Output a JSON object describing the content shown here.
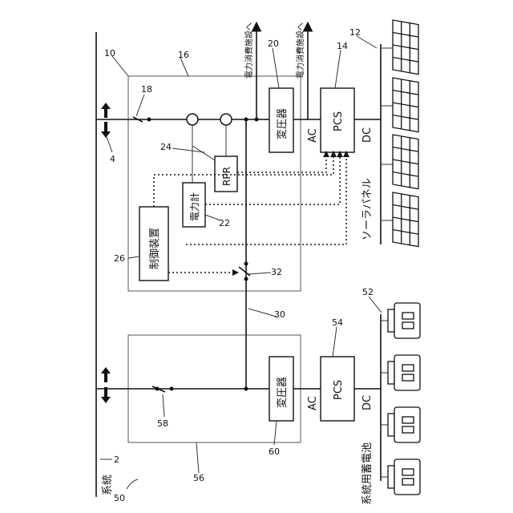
{
  "labels": {
    "grid": "系統",
    "to_load_1": "電力消費施設へ",
    "to_load_2": "電力消費施設へ",
    "transformer_1": "変圧器",
    "transformer_2": "変圧器",
    "pcs_1": "PCS",
    "pcs_2": "PCS",
    "ac_1": "AC",
    "dc_1": "DC",
    "ac_2": "AC",
    "dc_2": "DC",
    "rpr": "RPR",
    "power_meter": "電力計",
    "controller": "制御装置",
    "solar_panel": "ソーラパネル",
    "grid_battery": "系統用蓄電池"
  },
  "refs": {
    "r2": "2",
    "r4": "4",
    "r10": "10",
    "r12": "12",
    "r14": "14",
    "r16": "16",
    "r18": "18",
    "r20": "20",
    "r22": "22",
    "r24": "24",
    "r26": "26",
    "r30": "30",
    "r32": "32",
    "r50": "50",
    "r52": "52",
    "r54": "54",
    "r56": "56",
    "r58": "58",
    "r60": "60"
  }
}
